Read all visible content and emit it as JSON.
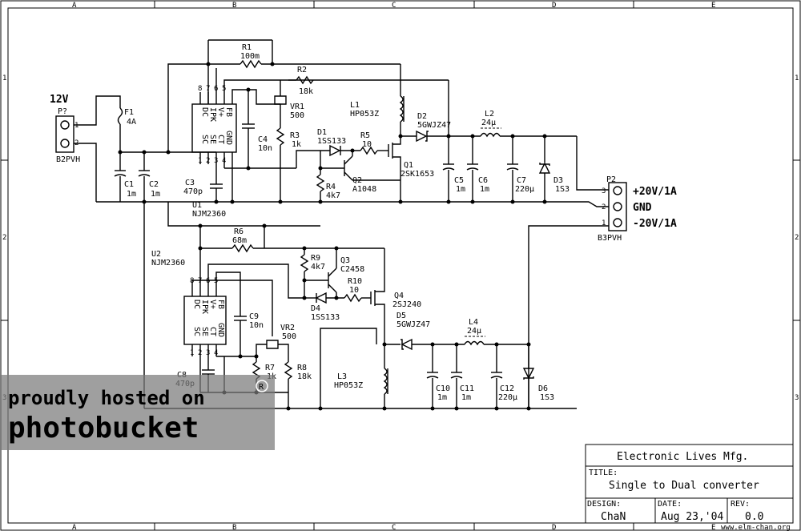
{
  "border": {
    "columns": [
      "A",
      "B",
      "C",
      "D",
      "E"
    ],
    "rows": [
      "1",
      "2",
      "3"
    ]
  },
  "components": {
    "input_label": "12V",
    "P_in": {
      "ref": "P?",
      "value": "B2PVH",
      "pins": [
        "1",
        "2"
      ]
    },
    "F1": {
      "ref": "F1",
      "value": "4A"
    },
    "C1": {
      "ref": "C1",
      "value": "1m"
    },
    "C2": {
      "ref": "C2",
      "value": "1m"
    },
    "R1": {
      "ref": "R1",
      "value": "100m"
    },
    "R2": {
      "ref": "R2",
      "value": "18k"
    },
    "VR1": {
      "ref": "VR1",
      "value": "500"
    },
    "L1": {
      "ref": "L1",
      "value": "HP053Z"
    },
    "D2": {
      "ref": "D2",
      "value": "5GWJZ47"
    },
    "L2": {
      "ref": "L2",
      "value": "24µ"
    },
    "D1": {
      "ref": "D1",
      "value": "1SS133"
    },
    "R5": {
      "ref": "R5",
      "value": "10"
    },
    "R3": {
      "ref": "R3",
      "value": "1k"
    },
    "C4": {
      "ref": "C4",
      "value": "10n"
    },
    "Q1": {
      "ref": "Q1",
      "value": "2SK1653"
    },
    "Q2": {
      "ref": "Q2",
      "value": "A1048"
    },
    "R4": {
      "ref": "R4",
      "value": "4k7"
    },
    "C3": {
      "ref": "C3",
      "value": "470p"
    },
    "U1": {
      "ref": "U1",
      "value": "NJM2360"
    },
    "C5": {
      "ref": "C5",
      "value": "1m"
    },
    "C6": {
      "ref": "C6",
      "value": "1m"
    },
    "C7": {
      "ref": "C7",
      "value": "220µ"
    },
    "D3": {
      "ref": "D3",
      "value": "1S3"
    },
    "P2": {
      "ref": "P2",
      "value": "B3PVH",
      "pins": [
        "3",
        "2",
        "1"
      ]
    },
    "outputs": [
      "+20V/1A",
      "GND",
      "-20V/1A"
    ],
    "U2": {
      "ref": "U2",
      "value": "NJM2360"
    },
    "R6": {
      "ref": "R6",
      "value": "68m"
    },
    "R9": {
      "ref": "R9",
      "value": "4k7"
    },
    "Q3": {
      "ref": "Q3",
      "value": "C2458"
    },
    "R10": {
      "ref": "R10",
      "value": "10"
    },
    "D4": {
      "ref": "D4",
      "value": "1SS133"
    },
    "Q4": {
      "ref": "Q4",
      "value": "2SJ240"
    },
    "D5": {
      "ref": "D5",
      "value": "5GWJZ47"
    },
    "L4": {
      "ref": "L4",
      "value": "24µ"
    },
    "C9": {
      "ref": "C9",
      "value": "10n"
    },
    "VR2": {
      "ref": "VR2",
      "value": "500"
    },
    "R7": {
      "ref": "R7",
      "value": "1k"
    },
    "R8": {
      "ref": "R8",
      "value": "18k"
    },
    "L3": {
      "ref": "L3",
      "value": "HP053Z"
    },
    "C8": {
      "ref": "C8",
      "value": "470p"
    },
    "C10": {
      "ref": "C10",
      "value": "1m"
    },
    "C11": {
      "ref": "C11",
      "value": "1m"
    },
    "C12": {
      "ref": "C12",
      "value": "220µ"
    },
    "D6": {
      "ref": "D6",
      "value": "1S3"
    }
  },
  "ic_pins": {
    "top": [
      "8",
      "7",
      "6",
      "5"
    ],
    "top_names": [
      "DC",
      "IPK",
      "V+",
      "FB"
    ],
    "bottom": [
      "1",
      "2",
      "3",
      "4"
    ],
    "bottom_names": [
      "SC",
      "SE",
      "CT",
      "GND"
    ]
  },
  "title_block": {
    "company": "Electronic Lives Mfg.",
    "title_label": "TITLE:",
    "title": "Single to Dual converter",
    "design_label": "DESIGN:",
    "designer": "ChaN",
    "date_label": "DATE:",
    "date": "Aug 23,'04",
    "rev_label": "REV:",
    "rev": "0.0",
    "site": "www.elm-chan.org"
  },
  "watermark": {
    "line1": "proudly hosted on",
    "line2": "photobucket"
  }
}
